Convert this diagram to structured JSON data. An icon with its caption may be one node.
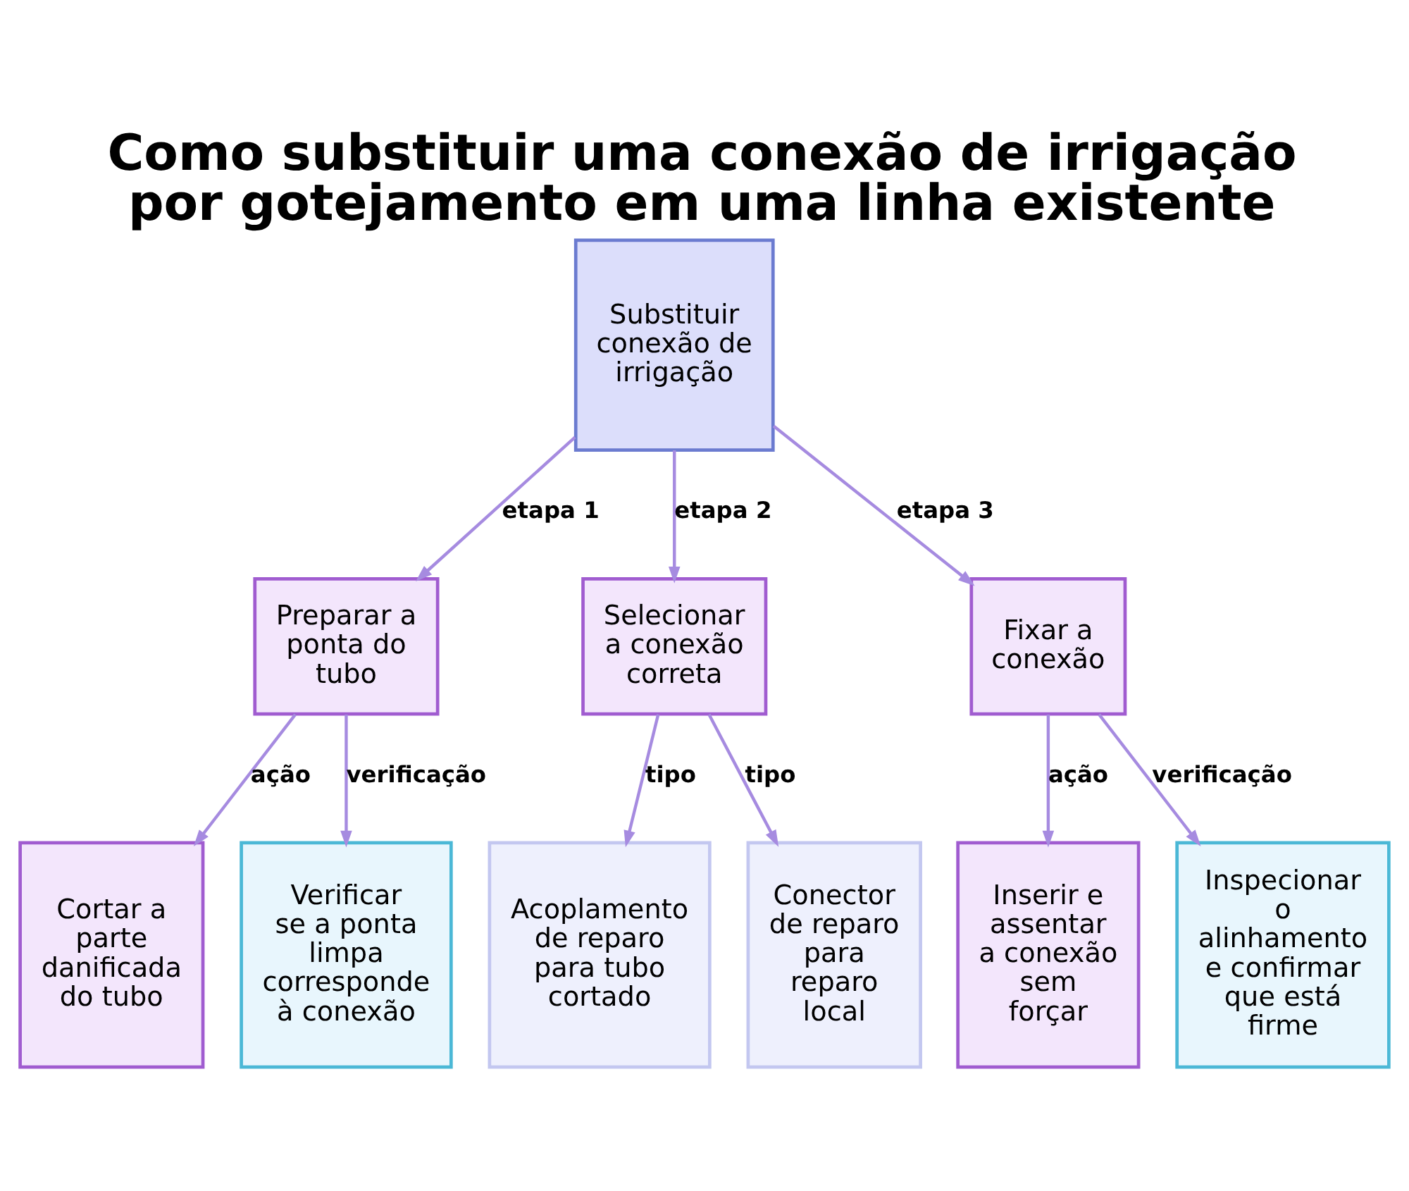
{
  "diagram": {
    "title": "Como substituir uma conexão de irrigação por gotejamento em uma linha existente",
    "nodes": [
      {
        "text": [
          "Substituir conexão de irrigação"
        ]
      },
      {
        "text": [
          "Preparar a ponta do tubo"
        ]
      },
      {
        "text": [
          "Selecionar a conexão correta"
        ]
      },
      {
        "text": [
          "Fixar a conexão"
        ]
      },
      {
        "text": [
          "Cortar a parte danificada do tubo"
        ]
      },
      {
        "text": [
          "Verificar se a ponta limpa corresponde à conexão"
        ]
      },
      {
        "text": [
          "Acoplamento de reparo para tubo cortado"
        ]
      },
      {
        "text": [
          "Conector de reparo para reparo local"
        ]
      },
      {
        "text": [
          "Inserir e assentar a conexão sem forçar"
        ]
      },
      {
        "text": [
          "Inspecionar o alinhamento e confirmar que está firme"
        ]
      }
    ],
    "edges": [
      {
        "from": 0,
        "to": 1,
        "arrow": "to",
        "label": "etapa 1"
      },
      {
        "from": 0,
        "to": 2,
        "arrow": "to",
        "label": "etapa 2"
      },
      {
        "from": 0,
        "to": 3,
        "arrow": "to",
        "label": "etapa 3"
      },
      {
        "from": 1,
        "to": 4,
        "arrow": "to",
        "label": "ação"
      },
      {
        "from": 1,
        "to": 5,
        "arrow": "to",
        "label": "verificação"
      },
      {
        "from": 2,
        "to": 6,
        "arrow": "to",
        "label": "tipo"
      },
      {
        "from": 2,
        "to": 7,
        "arrow": "to",
        "label": "tipo"
      },
      {
        "from": 3,
        "to": 8,
        "arrow": "to",
        "label": "ação"
      },
      {
        "from": 3,
        "to": 9,
        "arrow": "to",
        "label": "verificação"
      }
    ]
  }
}
